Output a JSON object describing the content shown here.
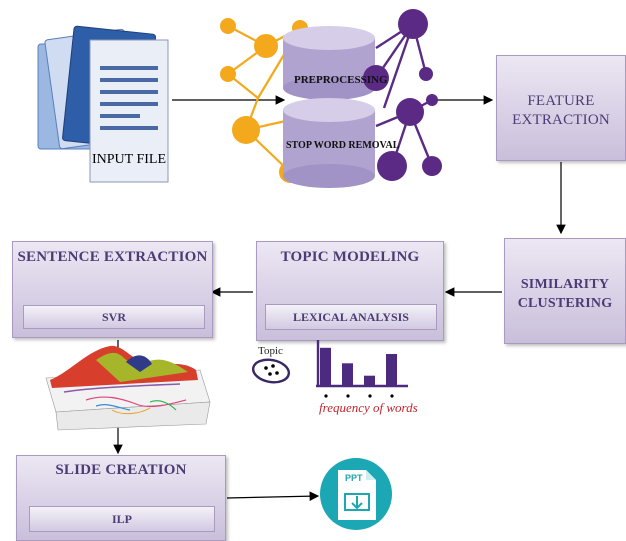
{
  "input_file": {
    "label": "INPUT FILE"
  },
  "preprocessing": {
    "label": "PREPROCESSING",
    "stopword_label": "STOP WORD REMOVAL"
  },
  "feature_extraction": {
    "line1": "FEATURE",
    "line2": "EXTRACTION"
  },
  "similarity": {
    "line1": "SIMILARITY",
    "line2": "CLUSTERING"
  },
  "topic_modeling": {
    "title": "TOPIC MODELING",
    "inner": "LEXICAL ANALYSIS"
  },
  "sentence_extraction": {
    "title": "SENTENCE EXTRACTION",
    "inner": "SVR"
  },
  "slide_creation": {
    "title": "SLIDE CREATION",
    "inner": "ILP"
  },
  "topic_icon": {
    "label": "Topic"
  },
  "freq_chart": {
    "caption": "frequency of words",
    "values": [
      0.6,
      0.35,
      0.15,
      0.5
    ]
  },
  "ppt_icon": {
    "label": "PPT"
  },
  "colors": {
    "box_text": "#4b3c74",
    "orange": "#f3a91b",
    "purple": "#5a2a84",
    "teal": "#1ba7b4",
    "caption": "#c0262e"
  }
}
